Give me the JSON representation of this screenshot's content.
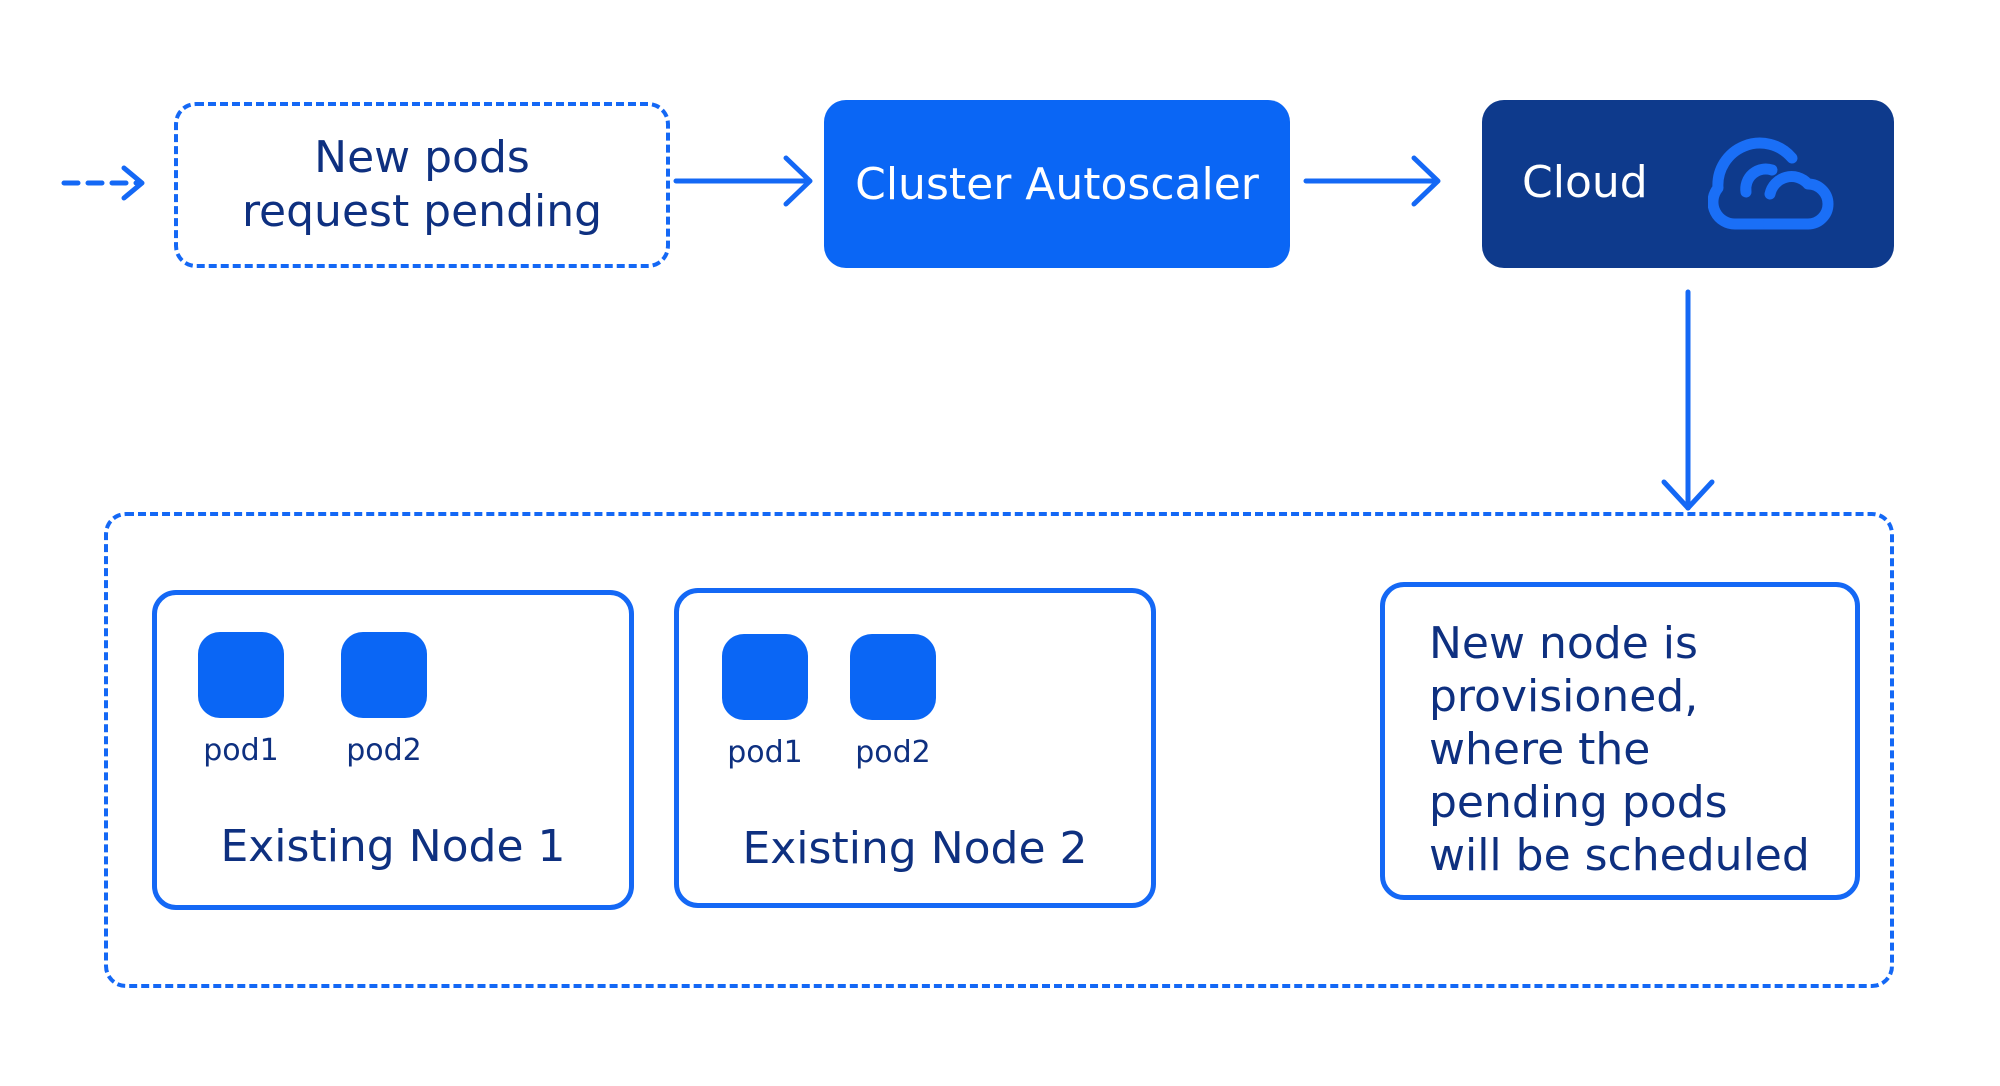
{
  "diagram": {
    "pending_box": {
      "lines": [
        "New pods",
        "request pending"
      ]
    },
    "autoscaler_box": {
      "label": "Cluster Autoscaler"
    },
    "cloud_box": {
      "label": "Cloud",
      "icon": "cloud-icon"
    },
    "nodes": [
      {
        "label": "Existing Node 1",
        "pods": [
          "pod1",
          "pod2"
        ]
      },
      {
        "label": "Existing Node 2",
        "pods": [
          "pod1",
          "pod2"
        ]
      }
    ],
    "new_node_box": {
      "lines": [
        "New node is",
        "provisioned,",
        "where the",
        "pending pods",
        "will be scheduled"
      ]
    },
    "colors": {
      "accent": "#0a66f5",
      "dark": "#0e3a8c",
      "text": "#0e3080",
      "background": "#ffffff"
    }
  }
}
